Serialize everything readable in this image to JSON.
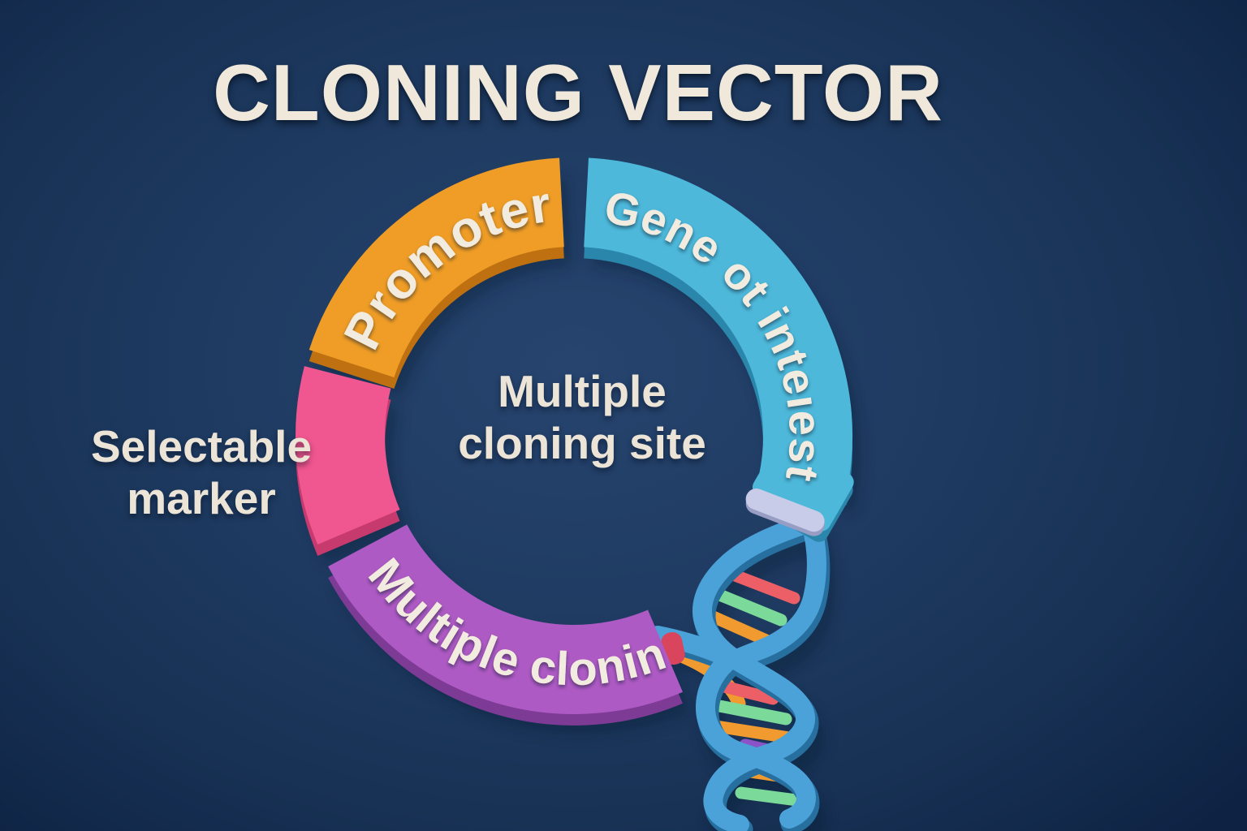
{
  "title": "CLONING VECTOR",
  "colors": {
    "background_center": "#26446e",
    "background_edge": "#0e2344",
    "text": "#efe8db"
  },
  "plasmid": {
    "center_label": {
      "line1": "Multiple",
      "line2": "cloning site"
    },
    "side_label": {
      "line1": "Selectable",
      "line2": "marker"
    },
    "segments": [
      {
        "name": "promoter",
        "label": "Promoter",
        "color_top": "#ef9d26",
        "color_side": "#bf7010"
      },
      {
        "name": "gene-of-interest",
        "label": "Gene ot inteıest",
        "color_top": "#4db8da",
        "color_side": "#2b86ab"
      },
      {
        "name": "multiple-cloning-site",
        "label": "Multiple clonin",
        "color_top": "#ae5ac4",
        "color_side": "#7e3b95"
      },
      {
        "name": "selectable-marker",
        "label": "",
        "color_top": "#f0568f",
        "color_side": "#c63a6e"
      }
    ]
  },
  "dna": {
    "strand_color": "#4ba2d8",
    "strand_shade": "#276f9f",
    "rung_colors": [
      "#ed5f66",
      "#7bd99a",
      "#f09a2f",
      "#8c52c8"
    ],
    "cap_color": "#c9cce9",
    "cap_shade": "#989dc4",
    "end_cap_color": "#d8455c"
  }
}
